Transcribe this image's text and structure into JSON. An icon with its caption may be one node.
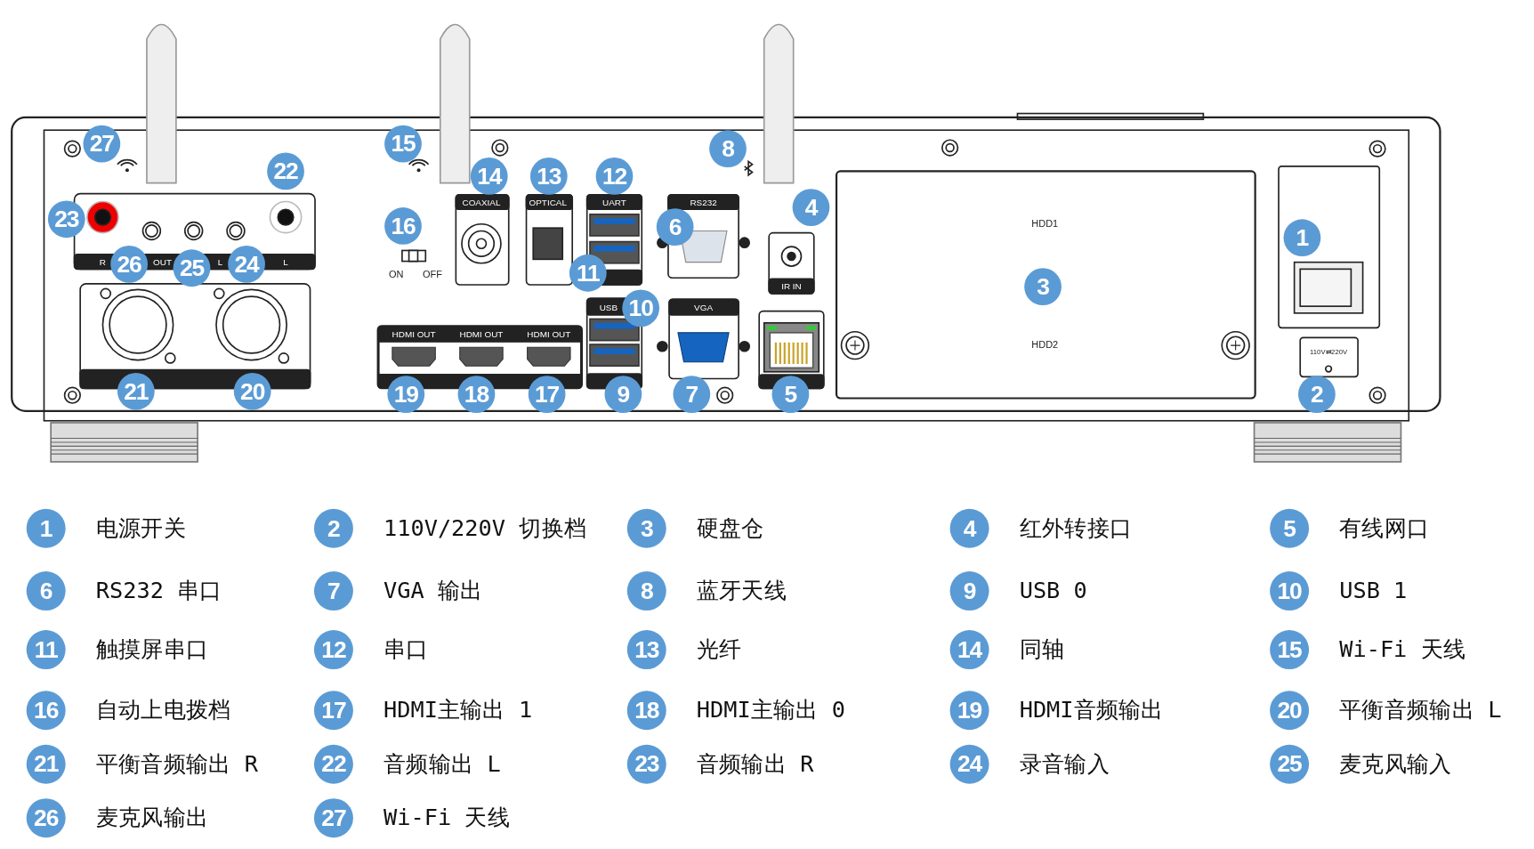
{
  "diagram": {
    "nodes": [
      {
        "text": [
          "27"
        ]
      },
      {
        "text": [
          "15"
        ]
      },
      {
        "text": [
          "8"
        ]
      },
      {
        "text": [
          "22"
        ]
      },
      {
        "text": [
          "14"
        ]
      },
      {
        "text": [
          "13"
        ]
      },
      {
        "text": [
          "12"
        ]
      },
      {
        "text": [
          "4"
        ]
      },
      {
        "text": [
          "23"
        ]
      },
      {
        "text": [
          "16"
        ]
      },
      {
        "text": [
          "6"
        ]
      },
      {
        "text": [
          "1"
        ]
      },
      {
        "text": [
          "26"
        ]
      },
      {
        "text": [
          "25"
        ]
      },
      {
        "text": [
          "24"
        ]
      },
      {
        "text": [
          "11"
        ]
      },
      {
        "text": [
          "3"
        ]
      },
      {
        "text": [
          "10"
        ]
      },
      {
        "text": [
          "21"
        ]
      },
      {
        "text": [
          "20"
        ]
      },
      {
        "text": [
          "19"
        ]
      },
      {
        "text": [
          "18"
        ]
      },
      {
        "text": [
          "17"
        ]
      },
      {
        "text": [
          "9"
        ]
      },
      {
        "text": [
          "7"
        ]
      },
      {
        "text": [
          "5"
        ]
      },
      {
        "text": [
          "2"
        ]
      },
      {
        "text": [
          "1"
        ],
        "beside": [
          "电源开关"
        ]
      },
      {
        "text": [
          "2"
        ],
        "beside": [
          "110V/220V 切换档"
        ]
      },
      {
        "text": [
          "3"
        ],
        "beside": [
          "硬盘仓"
        ]
      },
      {
        "text": [
          "4"
        ],
        "beside": [
          "红外转接口"
        ]
      },
      {
        "text": [
          "5"
        ],
        "beside": [
          "有线网口"
        ]
      },
      {
        "text": [
          "6"
        ],
        "beside": [
          "RS232 串口"
        ]
      },
      {
        "text": [
          "7"
        ],
        "beside": [
          "VGA 输出"
        ]
      },
      {
        "text": [
          "8"
        ],
        "beside": [
          "蓝牙天线"
        ]
      },
      {
        "text": [
          "9"
        ],
        "beside": [
          "USB 0"
        ]
      },
      {
        "text": [
          "10"
        ],
        "beside": [
          "USB 1"
        ]
      },
      {
        "text": [
          "11"
        ],
        "beside": [
          "触摸屏串口"
        ]
      },
      {
        "text": [
          "12"
        ],
        "beside": [
          "串口"
        ]
      },
      {
        "text": [
          "13"
        ],
        "beside": [
          "光纤"
        ]
      },
      {
        "text": [
          "14"
        ],
        "beside": [
          "同轴"
        ]
      },
      {
        "text": [
          "15"
        ],
        "beside": [
          "Wi-Fi 天线"
        ]
      },
      {
        "text": [
          "16"
        ],
        "beside": [
          "自动上电拨档"
        ]
      },
      {
        "text": [
          "17"
        ],
        "beside": [
          "HDMI主输出 1"
        ]
      },
      {
        "text": [
          "18"
        ],
        "beside": [
          "HDMI主输出 0"
        ]
      },
      {
        "text": [
          "19"
        ],
        "beside": [
          "HDMI音频输出"
        ]
      },
      {
        "text": [
          "20"
        ],
        "beside": [
          "平衡音频输出 L"
        ]
      },
      {
        "text": [
          "21"
        ],
        "beside": [
          "平衡音频输出 R"
        ]
      },
      {
        "text": [
          "22"
        ],
        "beside": [
          "音频输出 L"
        ]
      },
      {
        "text": [
          "23"
        ],
        "beside": [
          "音频输出 R"
        ]
      },
      {
        "text": [
          "24"
        ],
        "beside": [
          "录音输入"
        ]
      },
      {
        "text": [
          "25"
        ],
        "beside": [
          "麦克风输入"
        ]
      },
      {
        "text": [
          "26"
        ],
        "beside": [
          "麦克风输出"
        ]
      },
      {
        "text": [
          "27"
        ],
        "beside": [
          "Wi-Fi 天线"
        ]
      }
    ],
    "labels": [
      "COAXIAL",
      "OPTICAL",
      "UART",
      "RS232",
      "HDD1",
      "R",
      "OUT",
      "L",
      "L",
      "ON",
      "OFF",
      "IR IN",
      "USB",
      "VGA",
      "HDMI OUT",
      "HDMI OUT",
      "HDMI OUT",
      "HDD2",
      "110V⇄220V"
    ]
  }
}
